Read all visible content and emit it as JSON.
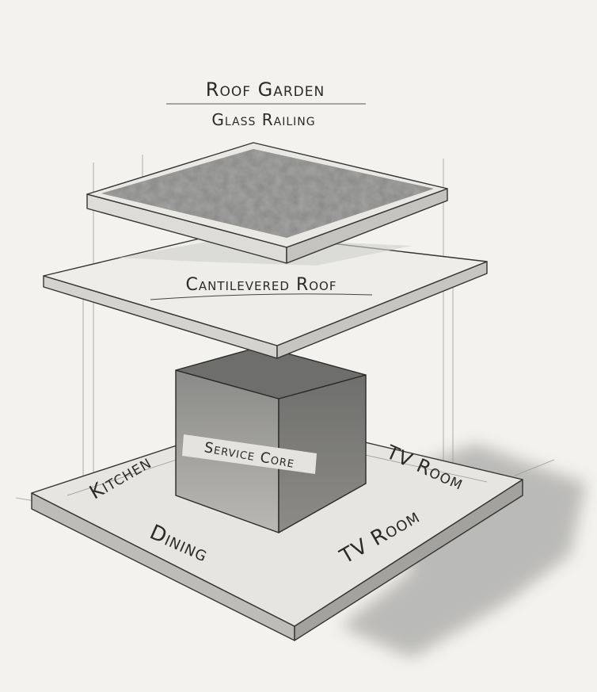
{
  "title": "Roof Garden",
  "subtitle": "Glass Railing",
  "labels": {
    "roof": "Cantilevered Roof",
    "core": "Service Core",
    "kitchen": "Kitchen",
    "dining": "Dining",
    "tv_room_upper": "TV Room",
    "tv_room_lower": "TV Room"
  },
  "colors": {
    "paper": "#f3f2ee",
    "ink": "#2a2a2a"
  }
}
